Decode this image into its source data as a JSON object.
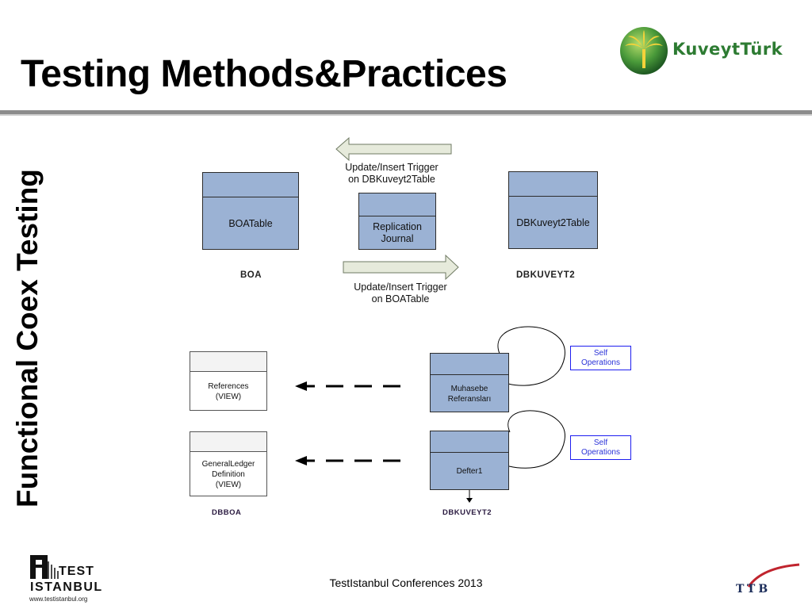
{
  "slide": {
    "title": "Testing Methods&Practices",
    "side_title": "Functional Coex Testing",
    "footer": "TestIstanbul Conferences 2013"
  },
  "logos": {
    "kuveyt": {
      "text": "KuveytTürk",
      "color": "#2d7b32"
    },
    "testistanbul": {
      "line1": "TEST",
      "line2": "ISTANBUL",
      "url": "www.testistanbul.org"
    },
    "ttb": {
      "text": "TTB",
      "accent": "#c0242e"
    }
  },
  "diagram_top": {
    "boa_table": "BOATable",
    "boa_label": "BOA",
    "replication": [
      "Replication",
      "Journal"
    ],
    "dbk_table": "DBKuveyt2Table",
    "dbk_label": "DBKUVEYT2",
    "trigger_top": [
      "Update/Insert Trigger",
      "on DBKuveyt2Table"
    ],
    "trigger_bottom": [
      "Update/Insert Trigger",
      "on BOATable"
    ]
  },
  "diagram_bottom": {
    "references": [
      "References",
      "(VIEW)"
    ],
    "general_ledger": [
      "GeneralLedger",
      "Definition",
      "(VIEW)"
    ],
    "muhasebe": [
      "Muhasebe",
      "Referansları"
    ],
    "defter": "Defter1",
    "self_op_1": [
      "Self",
      "Operations"
    ],
    "self_op_2": [
      "Self",
      "Operations"
    ],
    "dbboa_label": "DBBOA",
    "dbk_label": "DBKUVEYT2"
  },
  "colors": {
    "table_fill": "#9bb2d4",
    "self_op_border": "#1e1ef0"
  }
}
